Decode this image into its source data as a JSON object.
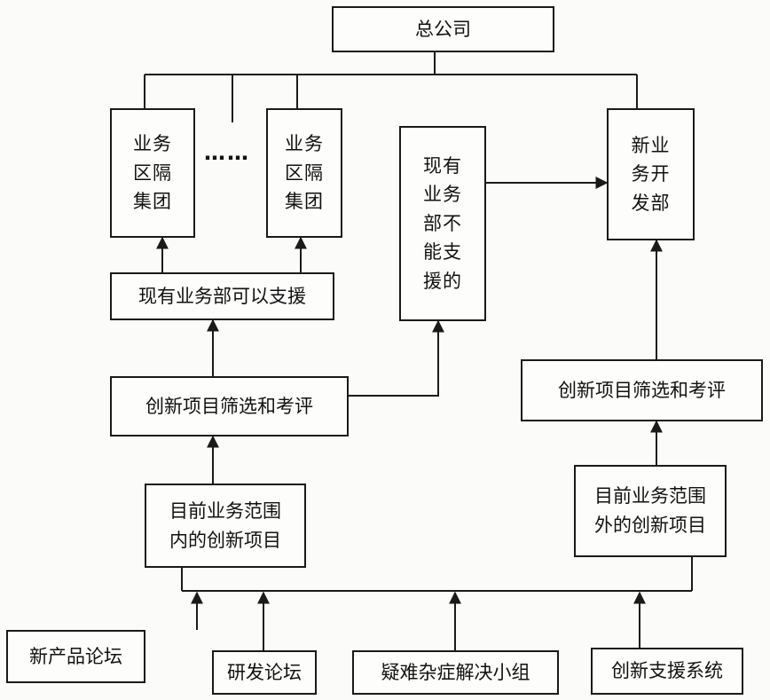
{
  "diagram": {
    "head_office": "总公司",
    "ellipsis": "……",
    "business_group_a": [
      "业务",
      "区隔",
      "集团"
    ],
    "business_group_b": [
      "业务",
      "区隔",
      "集团"
    ],
    "unsupported": [
      "现有",
      "业务",
      "部不",
      "能支",
      "援的"
    ],
    "new_biz_dept": [
      "新业",
      "务开",
      "发部"
    ],
    "supportable": "现有业务部可以支援",
    "screening_left": "创新项目筛选和考评",
    "screening_right": "创新项目筛选和考评",
    "in_scope": [
      "目前业务范围",
      "内的创新项目"
    ],
    "out_scope": [
      "目前业务范围",
      "外的创新项目"
    ],
    "sources": {
      "forum_new_product": "新产品论坛",
      "forum_rd": "研发论坛",
      "problem_team": "疑难杂症解决小组",
      "support_system": "创新支援系统"
    }
  }
}
